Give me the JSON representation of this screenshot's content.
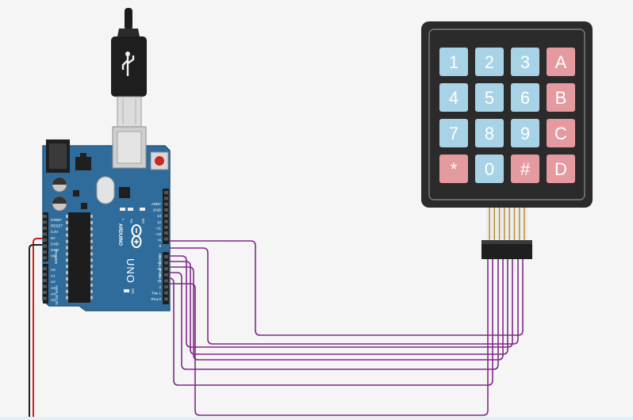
{
  "arduino": {
    "brand": "ARDUINO",
    "model": "UNO",
    "power_label": "POWER",
    "analog_label": "ANALOG IN",
    "digital_label": "DIGITAL (PWM~)",
    "on_label": "ON",
    "tx_label": "TX",
    "rx_label": "RX",
    "l_label": "L",
    "power_pins": [
      "IOREF",
      "RESET",
      "3.3V",
      "5V",
      "GND",
      "GND",
      "Vin"
    ],
    "analog_pins": [
      "A0",
      "A1",
      "A2",
      "A3",
      "A4",
      "A5"
    ],
    "digital_pins_top": [
      "AREF",
      "GND",
      "13",
      "12",
      "~11",
      "~10",
      "~9",
      "8"
    ],
    "digital_pins_bottom": [
      "7",
      "~6",
      "~5",
      "4",
      "~3",
      "2",
      "TX▸ 1",
      "RX◂ 0"
    ]
  },
  "keypad": {
    "keys": [
      [
        "1",
        "2",
        "3",
        "A"
      ],
      [
        "4",
        "5",
        "6",
        "B"
      ],
      [
        "7",
        "8",
        "9",
        "C"
      ],
      [
        "*",
        "0",
        "#",
        "D"
      ]
    ]
  },
  "colors": {
    "background": "#f5f5f5",
    "board": "#2f6c9b",
    "number_key": "#a8d3e6",
    "letter_key": "#e59aa0",
    "keypad_body": "#2b2b2b",
    "wire_signal": "#7f2a88",
    "wire_red": "#d11f1f",
    "wire_black": "#222222"
  }
}
